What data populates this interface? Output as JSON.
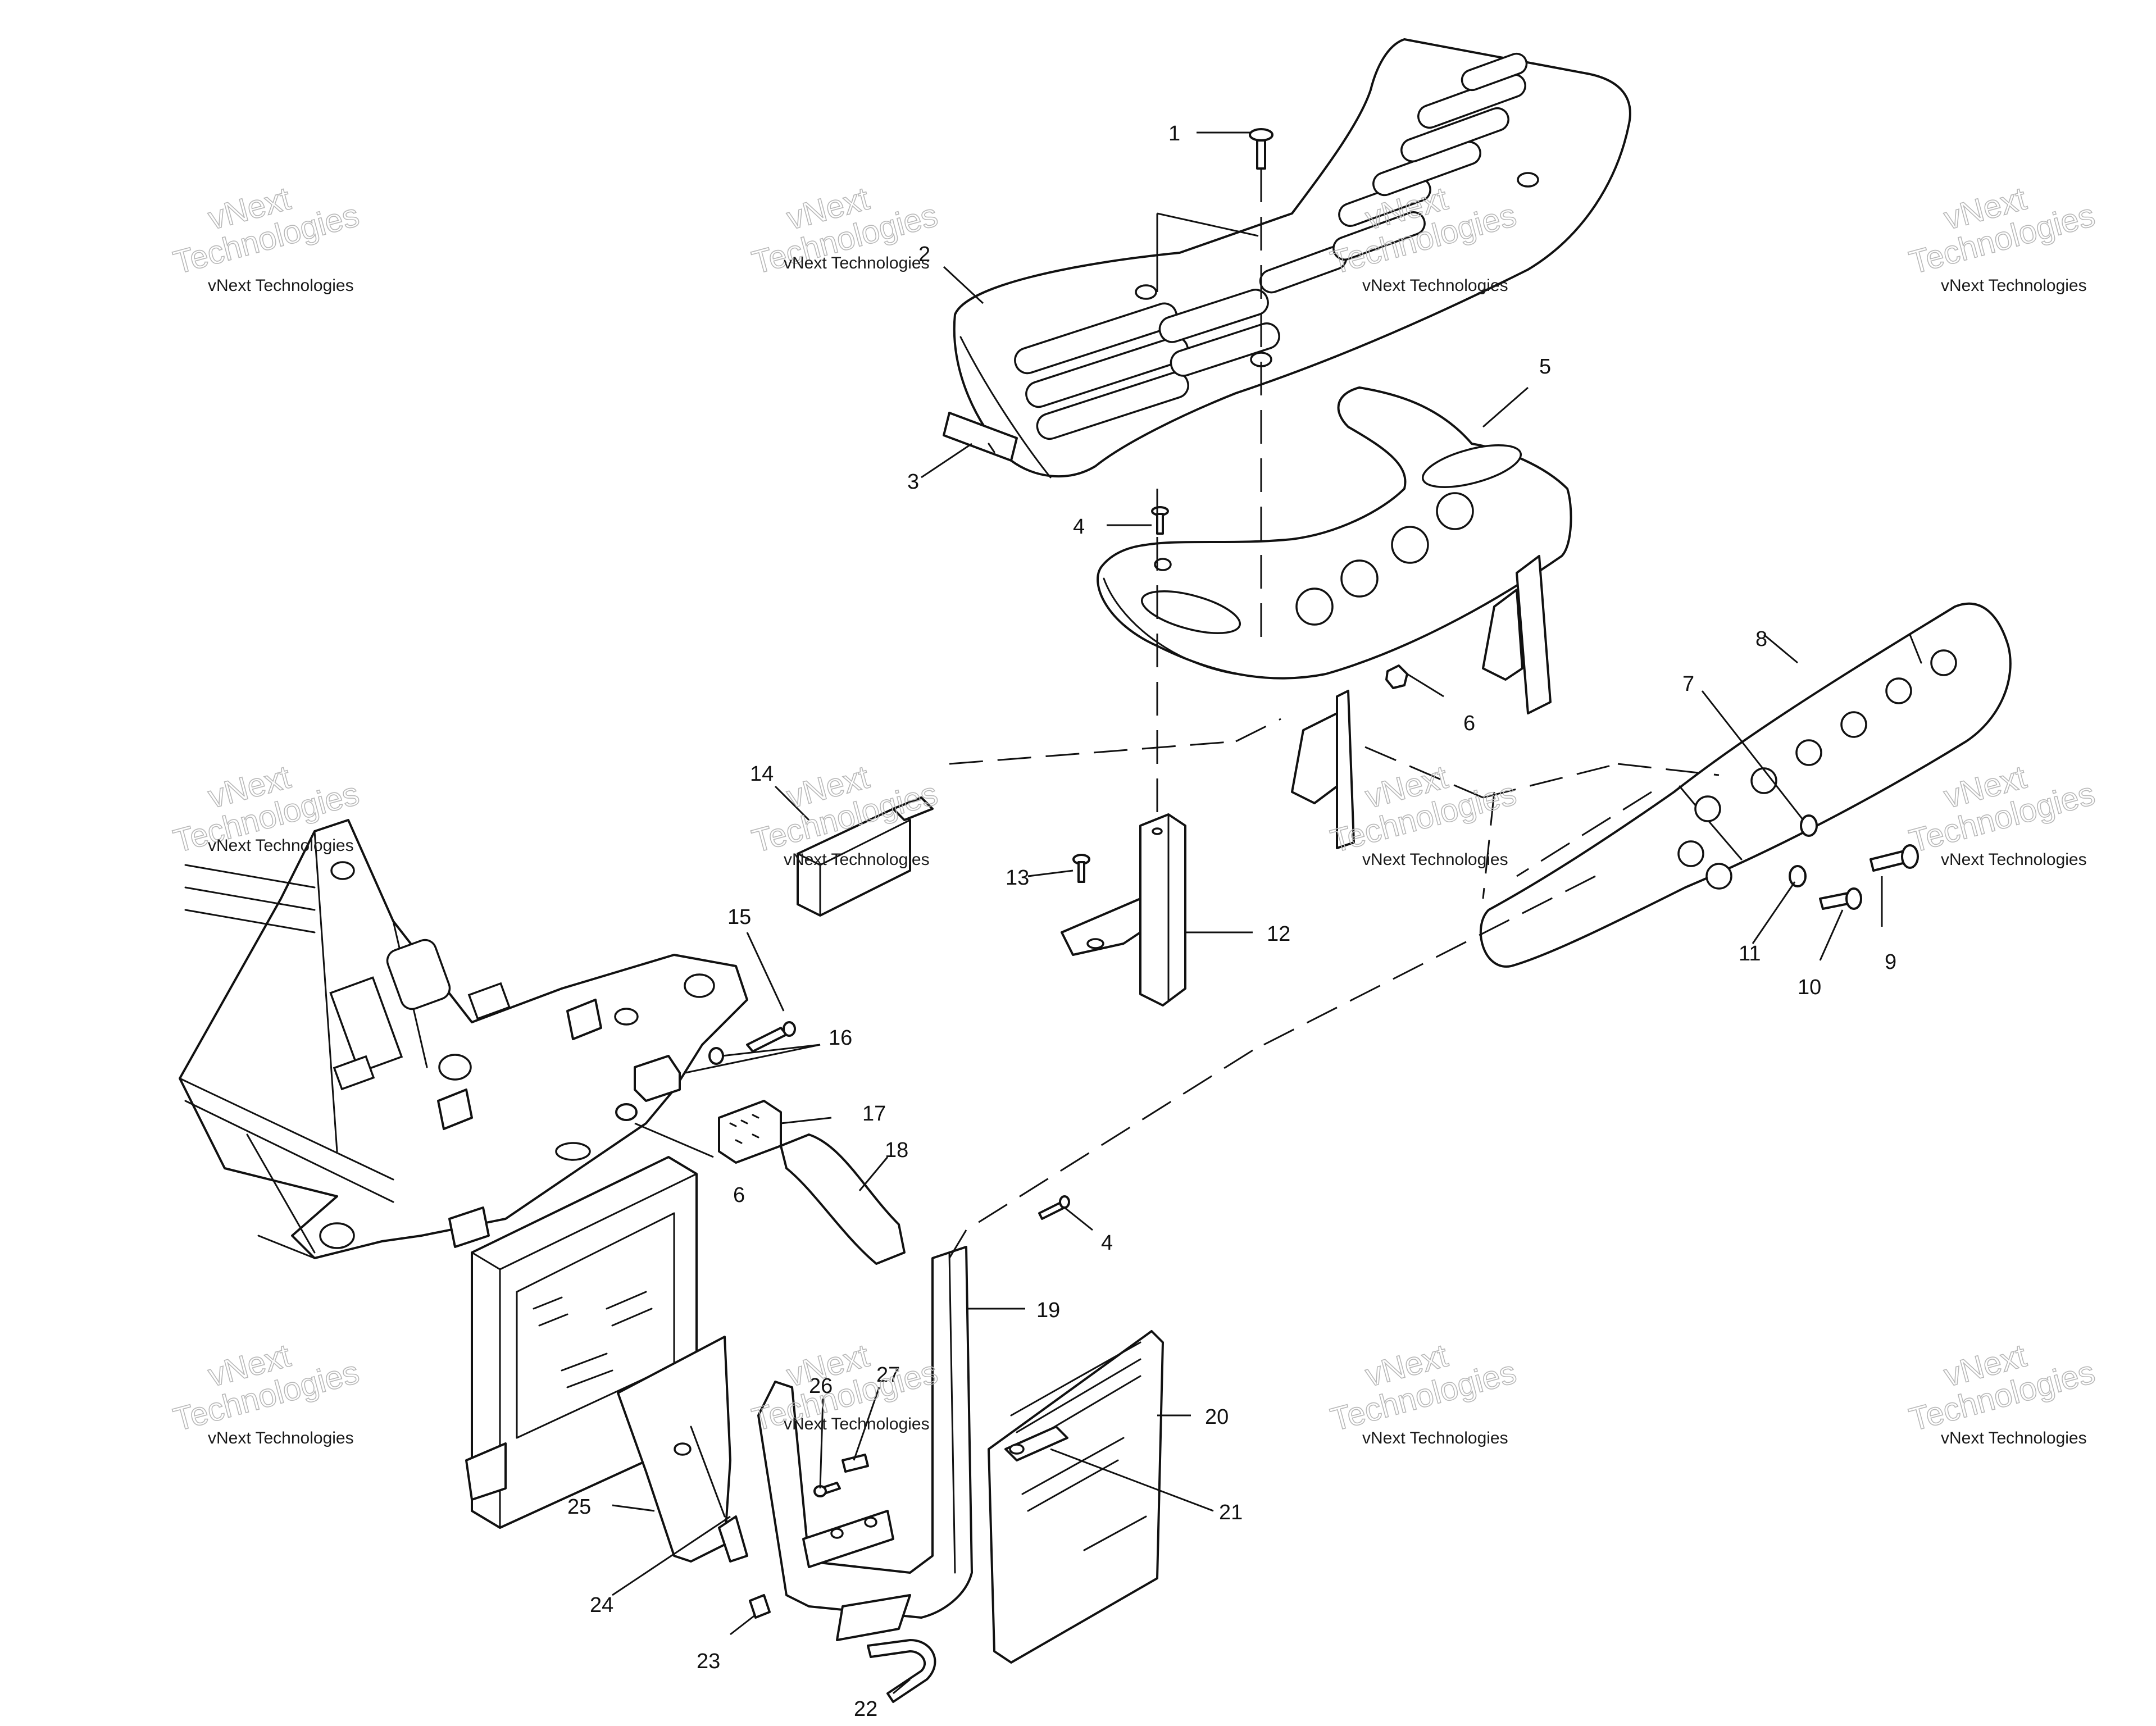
{
  "diagram": {
    "callouts": [
      {
        "id": "c1",
        "text": "1"
      },
      {
        "id": "c2",
        "text": "2"
      },
      {
        "id": "c3",
        "text": "3"
      },
      {
        "id": "c4a",
        "text": "4"
      },
      {
        "id": "c5",
        "text": "5"
      },
      {
        "id": "c6a",
        "text": "6"
      },
      {
        "id": "c7",
        "text": "7"
      },
      {
        "id": "c8",
        "text": "8"
      },
      {
        "id": "c9",
        "text": "9"
      },
      {
        "id": "c10",
        "text": "10"
      },
      {
        "id": "c11",
        "text": "11"
      },
      {
        "id": "c12",
        "text": "12"
      },
      {
        "id": "c13",
        "text": "13"
      },
      {
        "id": "c14",
        "text": "14"
      },
      {
        "id": "c15",
        "text": "15"
      },
      {
        "id": "c16",
        "text": "16"
      },
      {
        "id": "c17",
        "text": "17"
      },
      {
        "id": "c18",
        "text": "18"
      },
      {
        "id": "c6b",
        "text": "6"
      },
      {
        "id": "c4b",
        "text": "4"
      },
      {
        "id": "c19",
        "text": "19"
      },
      {
        "id": "c20",
        "text": "20"
      },
      {
        "id": "c21",
        "text": "21"
      },
      {
        "id": "c26",
        "text": "26"
      },
      {
        "id": "c27",
        "text": "27"
      },
      {
        "id": "c25",
        "text": "25"
      },
      {
        "id": "c24",
        "text": "24"
      },
      {
        "id": "c23",
        "text": "23"
      },
      {
        "id": "c22",
        "text": "22"
      }
    ]
  },
  "watermark": {
    "small": "vNext Technologies",
    "big_line1": "vNext",
    "big_line2": "Technologies",
    "color": "#b8b8b8"
  }
}
